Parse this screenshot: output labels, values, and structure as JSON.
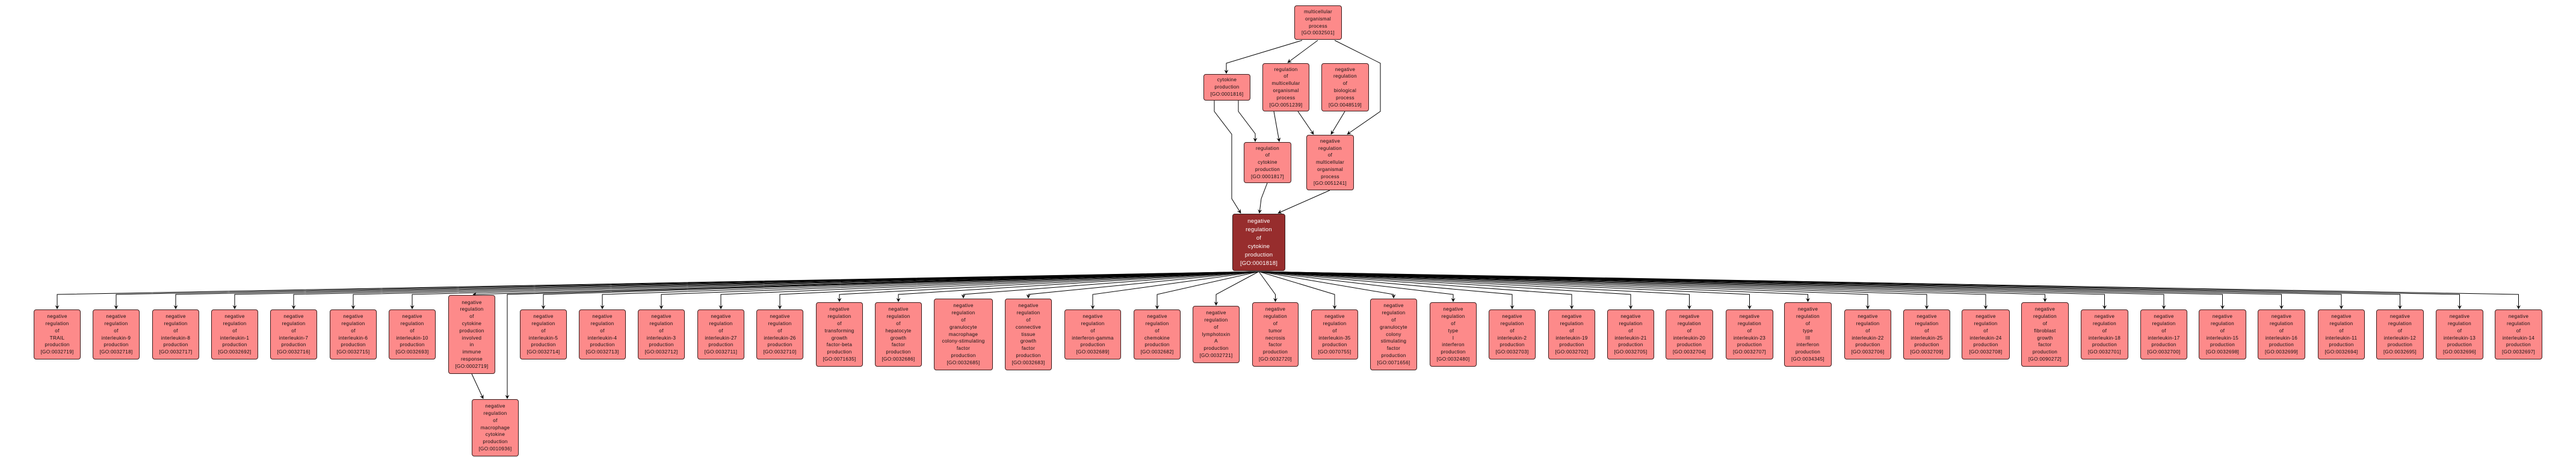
{
  "colors": {
    "node_fill": "#fd8a8a",
    "focus_fill": "#972d2d",
    "border": "#3b1d1d",
    "edge": "#000000"
  },
  "top_nodes": [
    {
      "label": "multicellular organismal process",
      "id": "[GO:0032501]"
    },
    {
      "label": "cytokine production",
      "id": "[GO:0001816]"
    },
    {
      "label": "regulation of multicellular organismal process",
      "id": "[GO:0051239]"
    },
    {
      "label": "negative regulation of biological process",
      "id": "[GO:0048519]"
    },
    {
      "label": "regulation of cytokine production",
      "id": "[GO:0001817]"
    },
    {
      "label": "negative regulation of multicellular organismal process",
      "id": "[GO:0051241]"
    }
  ],
  "focus_node": {
    "label": "negative regulation of cytokine production",
    "id": "[GO:0001818]"
  },
  "child_nodes": [
    {
      "label": "negative regulation of TRAIL production",
      "id": "[GO:0032719]"
    },
    {
      "label": "negative regulation of interleukin-9 production",
      "id": "[GO:0032718]"
    },
    {
      "label": "negative regulation of interleukin-8 production",
      "id": "[GO:0032717]"
    },
    {
      "label": "negative regulation of interleukin-1 production",
      "id": "[GO:0032692]"
    },
    {
      "label": "negative regulation of interleukin-7 production",
      "id": "[GO:0032716]"
    },
    {
      "label": "negative regulation of interleukin-6 production",
      "id": "[GO:0032715]"
    },
    {
      "label": "negative regulation of interleukin-10 production",
      "id": "[GO:0032693]"
    },
    {
      "label": "negative regulation of cytokine production involved in immune response",
      "id": "[GO:0002719]"
    },
    {
      "label": "negative regulation of interleukin-5 production",
      "id": "[GO:0032714]"
    },
    {
      "label": "negative regulation of interleukin-4 production",
      "id": "[GO:0032713]"
    },
    {
      "label": "negative regulation of interleukin-3 production",
      "id": "[GO:0032712]"
    },
    {
      "label": "negative regulation of interleukin-27 production",
      "id": "[GO:0032711]"
    },
    {
      "label": "negative regulation of interleukin-26 production",
      "id": "[GO:0032710]"
    },
    {
      "label": "negative regulation of transforming growth factor-beta production",
      "id": "[GO:0071635]"
    },
    {
      "label": "negative regulation of hepatocyte growth factor production",
      "id": "[GO:0032686]"
    },
    {
      "label": "negative regulation of granulocyte macrophage colony-stimulating factor production",
      "id": "[GO:0032685]"
    },
    {
      "label": "negative regulation of connective tissue growth factor production",
      "id": "[GO:0032683]"
    },
    {
      "label": "negative regulation of interferon-gamma production",
      "id": "[GO:0032689]"
    },
    {
      "label": "negative regulation of chemokine production",
      "id": "[GO:0032682]"
    },
    {
      "label": "negative regulation of lymphotoxin A production",
      "id": "[GO:0032721]"
    },
    {
      "label": "negative regulation of tumor necrosis factor production",
      "id": "[GO:0032720]"
    },
    {
      "label": "negative regulation of interleukin-35 production",
      "id": "[GO:0070755]"
    },
    {
      "label": "negative regulation of granulocyte colony stimulating factor production",
      "id": "[GO:0071656]"
    },
    {
      "label": "negative regulation of type I interferon production",
      "id": "[GO:0032480]"
    },
    {
      "label": "negative regulation of interleukin-2 production",
      "id": "[GO:0032703]"
    },
    {
      "label": "negative regulation of interleukin-19 production",
      "id": "[GO:0032702]"
    },
    {
      "label": "negative regulation of interleukin-21 production",
      "id": "[GO:0032705]"
    },
    {
      "label": "negative regulation of interleukin-20 production",
      "id": "[GO:0032704]"
    },
    {
      "label": "negative regulation of interleukin-23 production",
      "id": "[GO:0032707]"
    },
    {
      "label": "negative regulation of type III interferon production",
      "id": "[GO:0034345]"
    },
    {
      "label": "negative regulation of interleukin-22 production",
      "id": "[GO:0032706]"
    },
    {
      "label": "negative regulation of interleukin-25 production",
      "id": "[GO:0032709]"
    },
    {
      "label": "negative regulation of interleukin-24 production",
      "id": "[GO:0032708]"
    },
    {
      "label": "negative regulation of fibroblast growth factor production",
      "id": "[GO:0090272]"
    },
    {
      "label": "negative regulation of interleukin-18 production",
      "id": "[GO:0032701]"
    },
    {
      "label": "negative regulation of interleukin-17 production",
      "id": "[GO:0032700]"
    },
    {
      "label": "negative regulation of interleukin-15 production",
      "id": "[GO:0032698]"
    },
    {
      "label": "negative regulation of interleukin-16 production",
      "id": "[GO:0032699]"
    },
    {
      "label": "negative regulation of interleukin-11 production",
      "id": "[GO:0032694]"
    },
    {
      "label": "negative regulation of interleukin-12 production",
      "id": "[GO:0032695]"
    },
    {
      "label": "negative regulation of interleukin-13 production",
      "id": "[GO:0032696]"
    },
    {
      "label": "negative regulation of interleukin-14 production",
      "id": "[GO:0032697]"
    }
  ],
  "grandchild_node": {
    "label": "negative regulation of macrophage cytokine production",
    "id": "[GO:0010936]"
  }
}
